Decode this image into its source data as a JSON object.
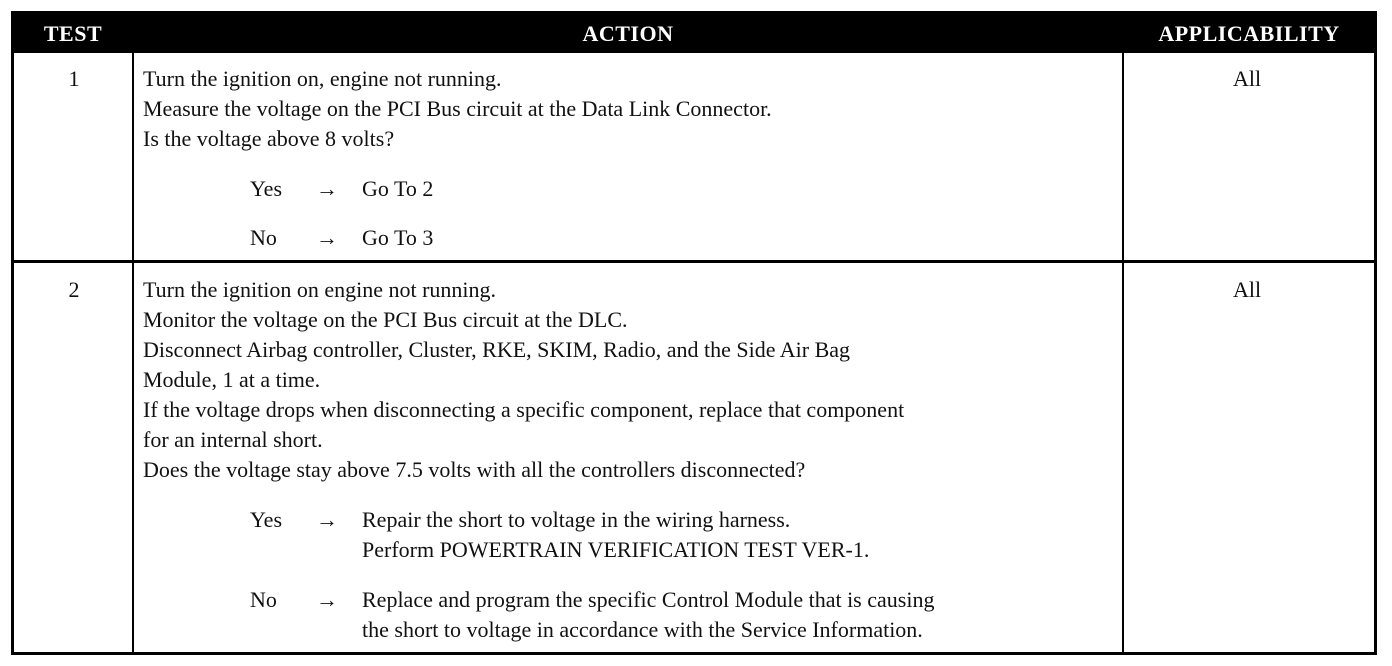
{
  "header": {
    "test": "TEST",
    "action": "ACTION",
    "applicability": "APPLICABILITY"
  },
  "rows": [
    {
      "test": "1",
      "applicability": "All",
      "action_lines": [
        "Turn the ignition on, engine not running.",
        "Measure the voltage on the PCI Bus circuit at the Data Link Connector.",
        "Is the voltage above 8 volts?"
      ],
      "answers": [
        {
          "label": "Yes",
          "arrow": "→",
          "lines": [
            "Go To   2"
          ]
        },
        {
          "label": "No",
          "arrow": "→",
          "lines": [
            "Go To   3"
          ]
        }
      ]
    },
    {
      "test": "2",
      "applicability": "All",
      "action_lines": [
        "Turn the ignition on engine not running.",
        "Monitor the voltage on the PCI Bus circuit at the DLC.",
        "Disconnect Airbag controller, Cluster, RKE, SKIM, Radio, and the Side Air Bag",
        "Module, 1 at a time.",
        "If the voltage drops when disconnecting a specific component, replace that component",
        "for an internal short.",
        "Does the voltage stay above 7.5 volts with all the controllers disconnected?"
      ],
      "answers": [
        {
          "label": "Yes",
          "arrow": "→",
          "lines": [
            "Repair the short to voltage in the wiring harness.",
            "Perform POWERTRAIN VERIFICATION TEST VER-1."
          ]
        },
        {
          "label": "No",
          "arrow": "→",
          "lines": [
            "Replace and program the specific Control Module that is causing",
            "the short to voltage in accordance with the Service Information."
          ]
        }
      ]
    }
  ]
}
